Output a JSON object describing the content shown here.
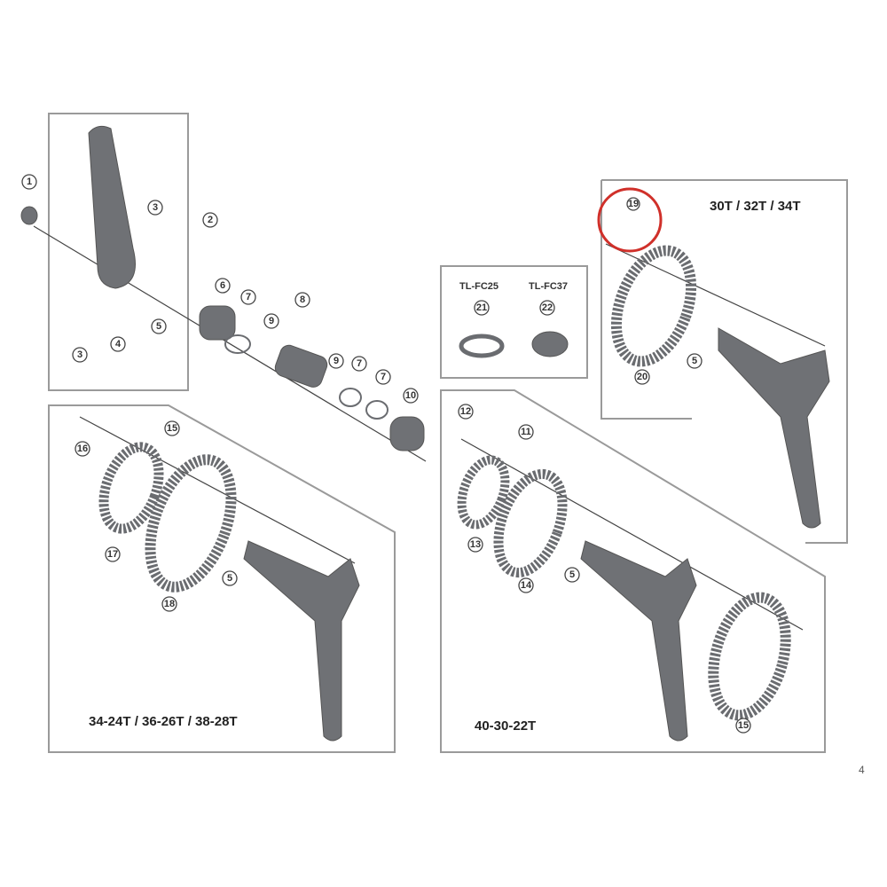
{
  "titles": {
    "top_right": "30T / 32T / 34T",
    "bottom_left": "34-24T / 36-26T / 38-28T",
    "bottom_right": "40-30-22T"
  },
  "tools": [
    {
      "name": "TL-FC25",
      "ref": "21"
    },
    {
      "name": "TL-FC37",
      "ref": "22"
    }
  ],
  "refs": {
    "r1": "1",
    "r2": "2",
    "r3a": "3",
    "r3b": "3",
    "r4": "4",
    "r5a": "5",
    "r6": "6",
    "r7a": "7",
    "r9a": "9",
    "r8": "8",
    "r9b": "9",
    "r7b": "7",
    "r7c": "7",
    "r10": "10",
    "bl_bolt": "16",
    "bl_bolt2": "15",
    "bl_small": "17",
    "bl_big": "18",
    "bl_5": "5",
    "br_12": "12",
    "br_11": "11",
    "br_13": "13",
    "br_14": "14",
    "br_5": "5",
    "br_15": "15",
    "tr_19": "19",
    "tr_20": "20",
    "tr_5": "5"
  },
  "page_mark": "4",
  "colors": {
    "highlight": "#d0302a",
    "part": "#6f7175"
  }
}
